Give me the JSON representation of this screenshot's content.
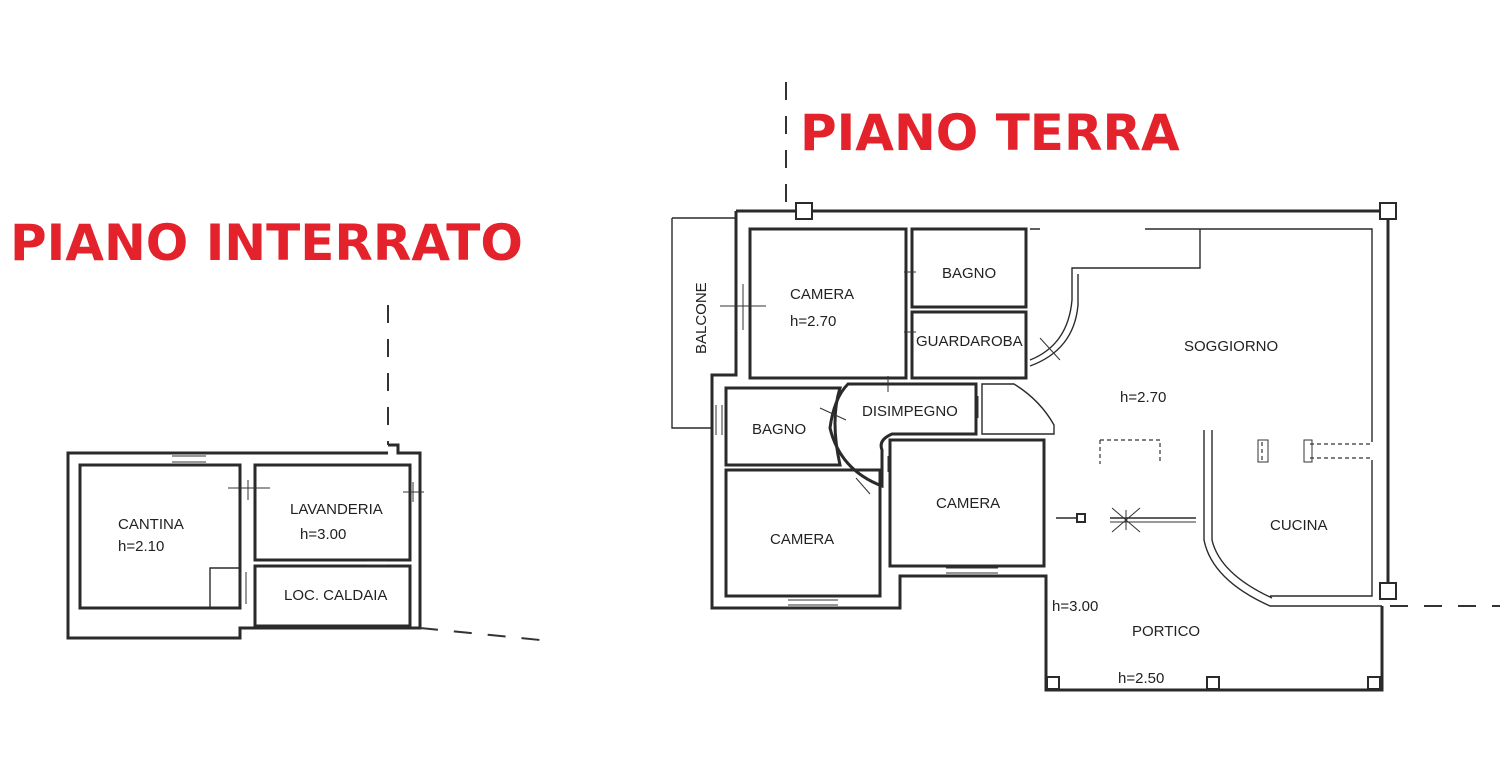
{
  "titles": {
    "basement": "PIANO INTERRATO",
    "ground": "PIANO TERRA"
  },
  "colors": {
    "title": "#e3222b",
    "lines": "#2a2a2a"
  },
  "basement": {
    "cantina": {
      "name": "CANTINA",
      "height": "h=2.10"
    },
    "lavanderia": {
      "name": "LAVANDERIA",
      "height": "h=3.00"
    },
    "caldaia": {
      "name": "LOC. CALDAIA"
    }
  },
  "ground": {
    "balcone": "BALCONE",
    "camera_top": {
      "name": "CAMERA",
      "height": "h=2.70"
    },
    "bagno_top": "BAGNO",
    "guardaroba": "GUARDAROBA",
    "soggiorno": {
      "name": "SOGGIORNO",
      "height": "h=2.70"
    },
    "bagno_left": "BAGNO",
    "disimpegno": "DISIMPEGNO",
    "camera_mid": "CAMERA",
    "camera_bottom": "CAMERA",
    "cucina": "CUCINA",
    "portico": {
      "name": "PORTICO",
      "height_left": "h=3.00",
      "height_bottom": "h=2.50"
    }
  }
}
